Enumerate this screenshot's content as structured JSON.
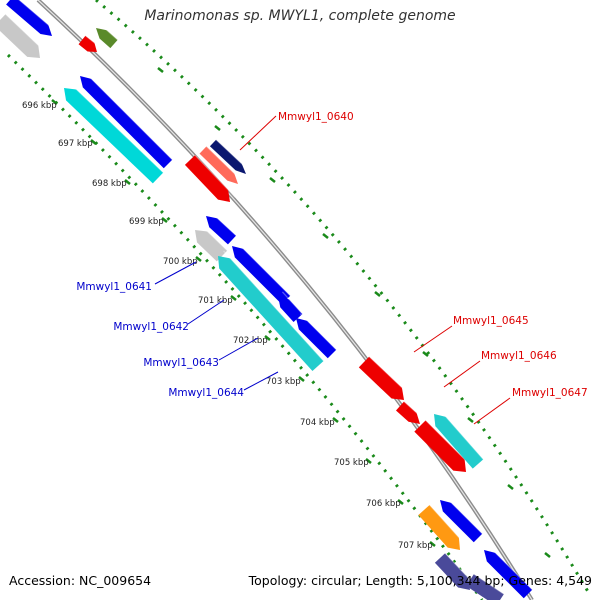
{
  "title": "Marinomonas sp. MWYL1, complete genome",
  "footer": {
    "accession": "Accession: NC_009654",
    "summary": "Topology: circular; Length: 5,100,344 bp; Genes: 4,549"
  },
  "colors": {
    "backbone": "#888888",
    "tick": "#1a8a1a",
    "forward_label": "#0000cc",
    "reverse_label": "#dd0000",
    "blue": "#0000ee",
    "cyan": "#00d8d8",
    "teal": "#22cccc",
    "red": "#ee0000",
    "salmon": "#ff6a5a",
    "navy": "#0b1870",
    "olive": "#5a8a2a",
    "gray": "#c8c8c8",
    "orange": "#ff9912",
    "slate": "#4a4a9a"
  },
  "scale": {
    "labels": [
      "696 kbp",
      "697 kbp",
      "698 kbp",
      "699 kbp",
      "700 kbp",
      "701 kbp",
      "702 kbp",
      "703 kbp",
      "704 kbp",
      "705 kbp",
      "706 kbp",
      "707 kbp"
    ]
  },
  "gene_labels": {
    "forward": [
      "Mmwyl1_0641",
      "Mmwyl1_0642",
      "Mmwyl1_0643",
      "Mmwyl1_0644"
    ],
    "reverse": [
      "Mmwyl1_0640",
      "Mmwyl1_0645",
      "Mmwyl1_0646",
      "Mmwyl1_0647"
    ]
  }
}
